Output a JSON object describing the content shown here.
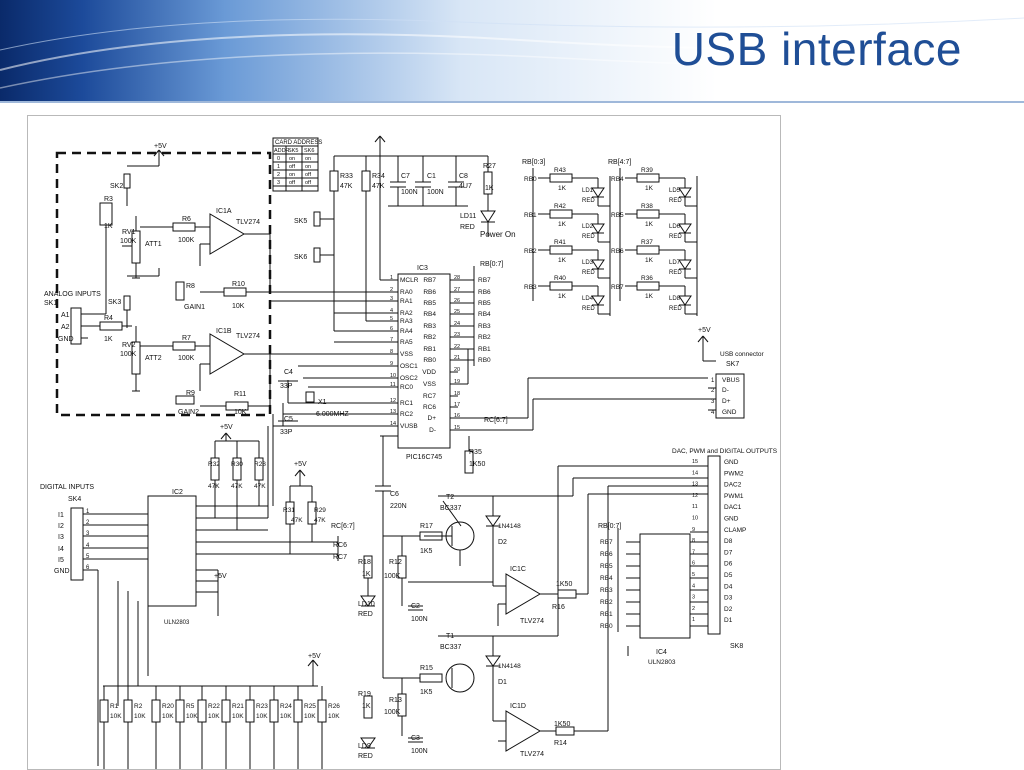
{
  "slide": {
    "title": "USB interface"
  },
  "schematic": {
    "supply": "+5V",
    "analog": {
      "section_label": "ANALOG INPUTS",
      "connector": "SK1",
      "pins": [
        "A1",
        "A2",
        "GND"
      ],
      "jumpers": [
        "SK2",
        "SK3"
      ],
      "opamp_a": "IC1A",
      "opamp_b": "IC1B",
      "opamp_part": "TLV274",
      "r3": "R3",
      "r3v": "1K",
      "r4": "R4",
      "r4v": "1K",
      "rv1": "RV1",
      "rv1v": "100K",
      "att1": "ATT1",
      "rv2": "RV2",
      "rv2v": "100K",
      "att2": "ATT2",
      "r6": "R6",
      "r6v": "100K",
      "r7": "R7",
      "r7v": "100K",
      "r8": "R8",
      "gain1": "GAIN1",
      "r9": "R9",
      "gain2": "GAIN2",
      "r10": "R10",
      "r10v": "10K",
      "r11": "R11",
      "r11v": "10K"
    },
    "card_address": {
      "title": "CARD ADDRESS",
      "header": [
        "ADDR",
        "SK5",
        "SK6"
      ],
      "rows": [
        [
          "0",
          "on",
          "on"
        ],
        [
          "1",
          "off",
          "on"
        ],
        [
          "2",
          "on",
          "off"
        ],
        [
          "3",
          "off",
          "off"
        ]
      ]
    },
    "mcu": {
      "ref": "IC3",
      "part": "PIC16C745",
      "left_pins": [
        "MCLR",
        "RA0",
        "RA1",
        "RA2",
        "RA3",
        "RA4",
        "RA5",
        "VSS",
        "OSC1",
        "OSC2",
        "RC0",
        "RC1",
        "RC2",
        "VUSB"
      ],
      "left_nums": [
        "1",
        "2",
        "3",
        "4",
        "5",
        "6",
        "7",
        "8",
        "9",
        "10",
        "11",
        "12",
        "13",
        "14"
      ],
      "right_pins": [
        "RB7",
        "RB6",
        "RB5",
        "RB4",
        "RB3",
        "RB2",
        "RB1",
        "RB0",
        "VDD",
        "VSS",
        "RC7",
        "RC6",
        "D+",
        "D-"
      ],
      "right_nums": [
        "28",
        "27",
        "26",
        "25",
        "24",
        "23",
        "22",
        "21",
        "20",
        "19",
        "18",
        "17",
        "16",
        "15"
      ],
      "bus_rb": "RB[0:7]",
      "bus_rc": "RC[6:7]"
    },
    "crystal": {
      "ref": "X1",
      "freq": "6.000MHZ",
      "c4": "C4",
      "c4v": "33P",
      "c5": "C5",
      "c5v": "33P"
    },
    "power": {
      "r33": "R33",
      "r33v": "47K",
      "r34": "R34",
      "r34v": "47K",
      "c7": "C7",
      "c7v": "100N",
      "c1": "C1",
      "c1v": "100N",
      "c8": "C8",
      "c8v": "4U7",
      "r27": "R27",
      "r27v": "1K",
      "ld11": "LD11",
      "ld11v": "RED",
      "power_on": "Power On",
      "sk5": "SK5",
      "sk6": "SK6"
    },
    "leds": {
      "bus_a": "RB[0:3]",
      "bus_b": "RB[4:7]",
      "group_a": [
        {
          "rb": "RB0",
          "r": "R43",
          "rv": "1K",
          "ld": "LD1",
          "c": "RED"
        },
        {
          "rb": "RB1",
          "r": "R42",
          "rv": "1K",
          "ld": "LD2",
          "c": "RED"
        },
        {
          "rb": "RB2",
          "r": "R41",
          "rv": "1K",
          "ld": "LD3",
          "c": "RED"
        },
        {
          "rb": "RB3",
          "r": "R40",
          "rv": "1K",
          "ld": "LD4",
          "c": "RED"
        }
      ],
      "group_b": [
        {
          "rb": "RB4",
          "r": "R39",
          "rv": "1K",
          "ld": "LD5",
          "c": "RED"
        },
        {
          "rb": "RB5",
          "r": "R38",
          "rv": "1K",
          "ld": "LD6",
          "c": "RED"
        },
        {
          "rb": "RB6",
          "r": "R37",
          "rv": "1K",
          "ld": "LD7",
          "c": "RED"
        },
        {
          "rb": "RB7",
          "r": "R36",
          "rv": "1K",
          "ld": "LD8",
          "c": "RED"
        }
      ]
    },
    "usb": {
      "label": "USB connector",
      "ref": "SK7",
      "pins": [
        "VBUS",
        "D-",
        "D+",
        "GND"
      ],
      "nums": [
        "1",
        "2",
        "3",
        "4"
      ]
    },
    "digital_inputs": {
      "label": "DIGITAL INPUTS",
      "connector": "SK4",
      "pins": [
        "I1",
        "I2",
        "I3",
        "I4",
        "I5",
        "GND"
      ],
      "nums": [
        "1",
        "2",
        "3",
        "4",
        "5",
        "6"
      ],
      "ic": "IC2",
      "ic_part": "ULN2803",
      "r32": "R32",
      "r32v": "47K",
      "r30": "R30",
      "r30v": "47K",
      "r28": "R28",
      "r28v": "47K",
      "r31": "R31",
      "r31v": "47K",
      "r29": "R29",
      "r29v": "47K",
      "bus_rc": "RC[6:7]",
      "rc6": "RC6",
      "rc7": "RC7",
      "resistors": [
        {
          "r": "R1",
          "v": "10K"
        },
        {
          "r": "R2",
          "v": "10K"
        },
        {
          "r": "R20",
          "v": "10K"
        },
        {
          "r": "R5",
          "v": "10K"
        },
        {
          "r": "R22",
          "v": "10K"
        },
        {
          "r": "R21",
          "v": "10K"
        },
        {
          "r": "R23",
          "v": "10K"
        },
        {
          "r": "R24",
          "v": "10K"
        },
        {
          "r": "R25",
          "v": "10K"
        },
        {
          "r": "R26",
          "v": "10K"
        }
      ]
    },
    "dac": {
      "r35": "R35",
      "r35v": "1K50",
      "c6": "C6",
      "c6v": "220N",
      "t2": "T2",
      "t2p": "BC337",
      "t1": "T1",
      "t1p": "BC337",
      "d2": "D2",
      "d2p": "1N4148",
      "d1": "D1",
      "d1p": "1N4148",
      "r17": "R17",
      "r17v": "1K5",
      "r15": "R15",
      "r15v": "1K5",
      "r18": "R18",
      "r18v": "1K",
      "r12": "R12",
      "r12v": "100K",
      "r19": "R19",
      "r19v": "1K",
      "r13": "R13",
      "r13v": "100K",
      "ld10": "LD10",
      "ld10v": "RED",
      "ld9": "LD9",
      "ld9v": "RED",
      "c2": "C2",
      "c2v": "100N",
      "c3": "C3",
      "c3v": "100N",
      "ic1c": "IC1C",
      "ic1d": "IC1D",
      "ic1_part": "TLV274",
      "r16": "R16",
      "r16v": "1K50",
      "r14": "R14",
      "r14v": "1K50"
    },
    "outputs": {
      "label": "DAC, PWM and DIGITAL OUTPUTS",
      "connector": "SK8",
      "pins": [
        "GND",
        "PWM2",
        "DAC2",
        "PWM1",
        "DAC1",
        "GND",
        "CLAMP",
        "D8",
        "D7",
        "D6",
        "D5",
        "D4",
        "D3",
        "D2",
        "D1"
      ],
      "nums": [
        "15",
        "14",
        "13",
        "12",
        "11",
        "10",
        "9",
        "8",
        "7",
        "6",
        "5",
        "4",
        "3",
        "2",
        "1"
      ],
      "bus": "RB[0:7]",
      "rb": [
        "RB7",
        "RB6",
        "RB5",
        "RB4",
        "RB3",
        "RB2",
        "RB1",
        "RB0"
      ],
      "ic": "IC4",
      "ic_part": "ULN2803"
    }
  }
}
